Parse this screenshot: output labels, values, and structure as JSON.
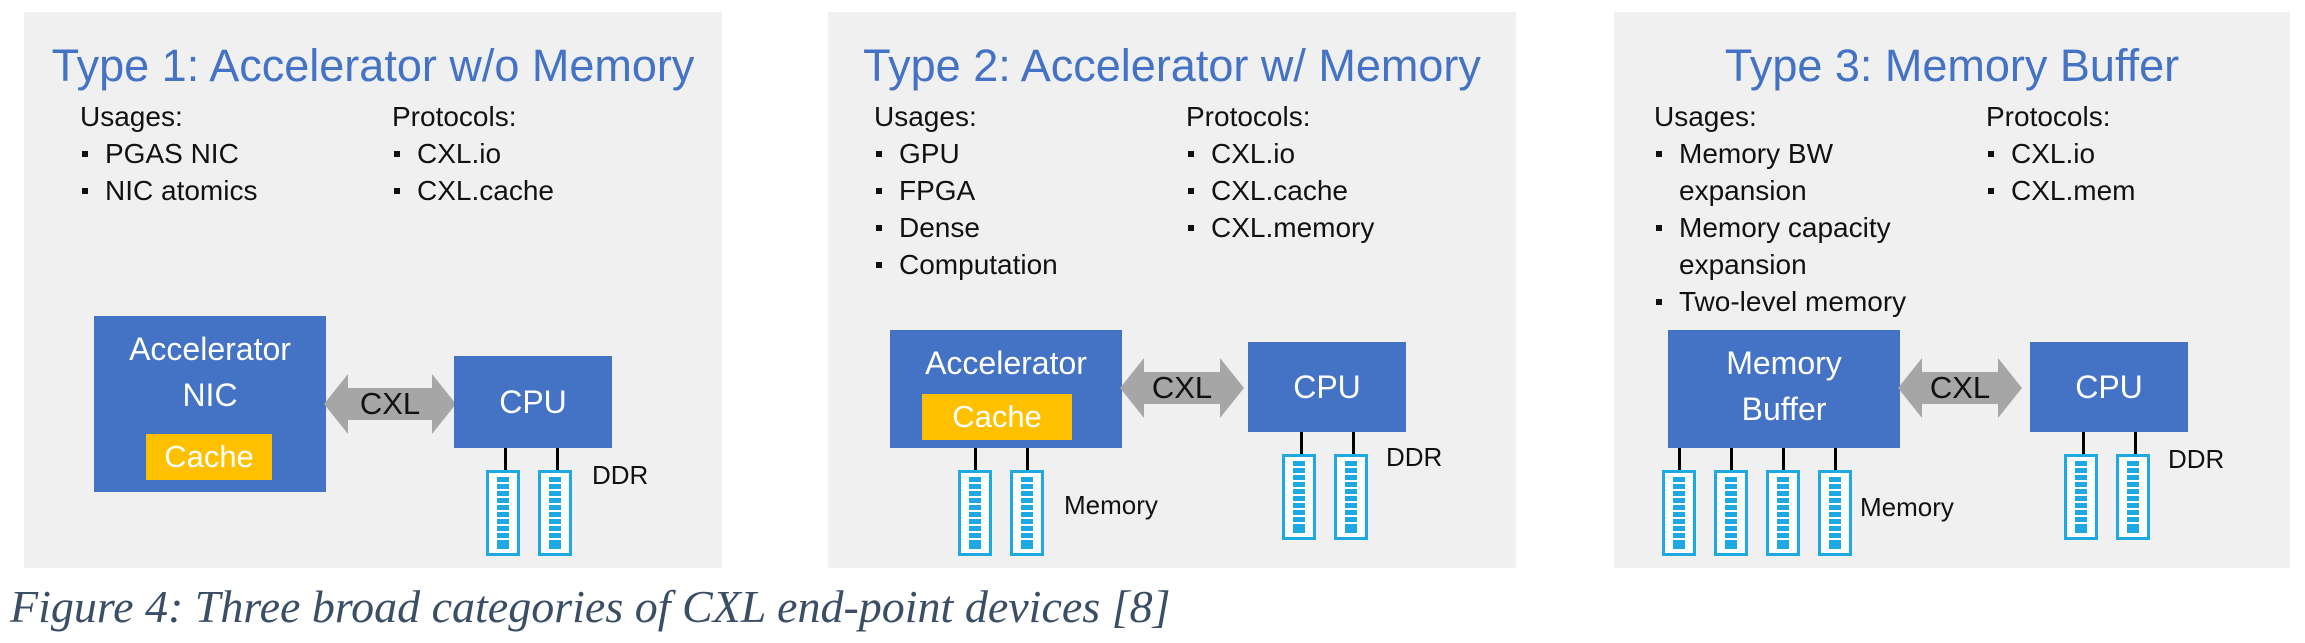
{
  "panels": [
    {
      "title": "Type 1: Accelerator w/o Memory",
      "usages_label": "Usages:",
      "usages": [
        "PGAS NIC",
        "NIC atomics"
      ],
      "protocols_label": "Protocols:",
      "protocols": [
        "CXL.io",
        "CXL.cache"
      ],
      "device_label_1": "Accelerator",
      "device_label_2": "NIC",
      "cache_label": "Cache",
      "link_label": "CXL",
      "cpu_label": "CPU",
      "cpu_mem_label": "DDR"
    },
    {
      "title": "Type 2: Accelerator w/ Memory",
      "usages_label": "Usages:",
      "usages": [
        "GPU",
        "FPGA",
        "Dense",
        "Computation"
      ],
      "protocols_label": "Protocols:",
      "protocols": [
        "CXL.io",
        "CXL.cache",
        "CXL.memory"
      ],
      "device_label_1": "Accelerator",
      "cache_label": "Cache",
      "device_mem_label": "Memory",
      "link_label": "CXL",
      "cpu_label": "CPU",
      "cpu_mem_label": "DDR"
    },
    {
      "title": "Type 3: Memory Buffer",
      "usages_label": "Usages:",
      "usages": [
        "Memory BW expansion",
        "Memory capacity expansion",
        "Two-level memory"
      ],
      "protocols_label": "Protocols:",
      "protocols": [
        "CXL.io",
        "CXL.mem"
      ],
      "device_label_1": "Memory",
      "device_label_2": "Buffer",
      "device_mem_label": "Memory",
      "link_label": "CXL",
      "cpu_label": "CPU",
      "cpu_mem_label": "DDR"
    }
  ],
  "caption": "Figure 4: Three broad categories of CXL end-point devices [8]",
  "colors": {
    "panel_bg": "#f0f0f0",
    "box_blue": "#4472c4",
    "cache_yellow": "#ffc000",
    "arrow_gray": "#a6a6a6",
    "dimm_cyan": "#1ea9e2",
    "title_blue": "#4472c4"
  },
  "icons": [
    "double-arrow-icon",
    "memory-module-icon"
  ]
}
